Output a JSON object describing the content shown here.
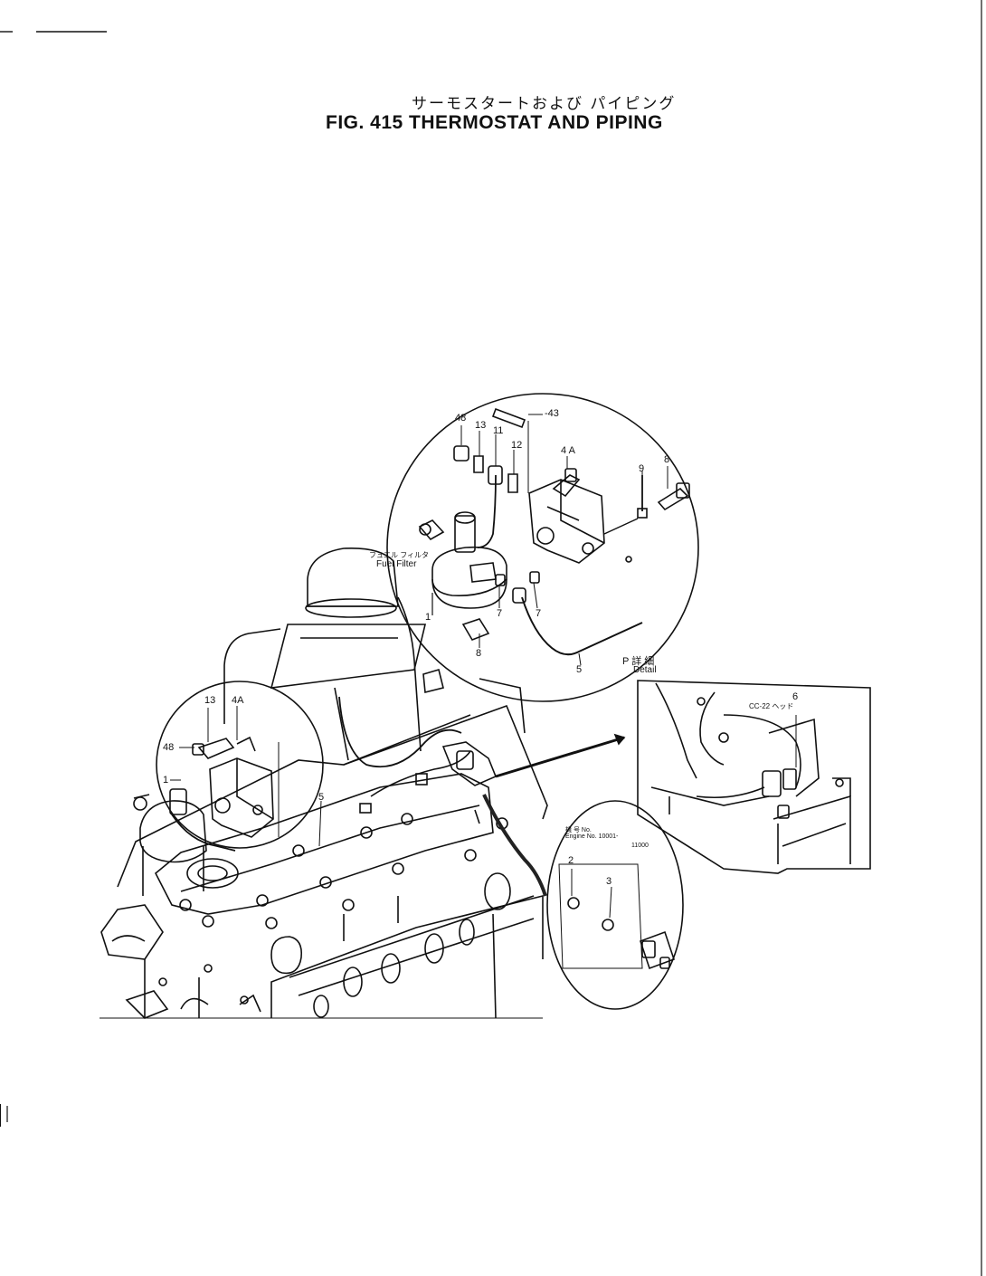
{
  "title": {
    "japanese": "サーモスタートおよび パイピング",
    "english": "FIG. 415  THERMOSTAT AND PIPING"
  },
  "callouts": {
    "p48_top": "48",
    "p13_top": "13",
    "p11": "11",
    "p12": "12",
    "p43": "-43",
    "p4a_top": "4 A",
    "p9": "9",
    "p8_top": "8",
    "p8_bottom": "8",
    "p7_left": "7",
    "p7_right": "7",
    "p5_top": "5",
    "p1_top": "1",
    "p13_left": "13",
    "p4a_left": "4A",
    "p48_left": "48",
    "p1_left": "1",
    "p5_left": "5",
    "p2": "2",
    "p3": "3",
    "p6": "6"
  },
  "labels": {
    "fuel_filter_jp": "フュエル フィルタ",
    "fuel_filter_en": "Fuel Filter",
    "detail_jp": "P 詳 細",
    "detail_en": "Detail",
    "cc22": "CC-22 ヘッド",
    "engine_jp": "機 号 No.",
    "engine_no": "Engine No. 10001-",
    "engine_range": "11000"
  }
}
